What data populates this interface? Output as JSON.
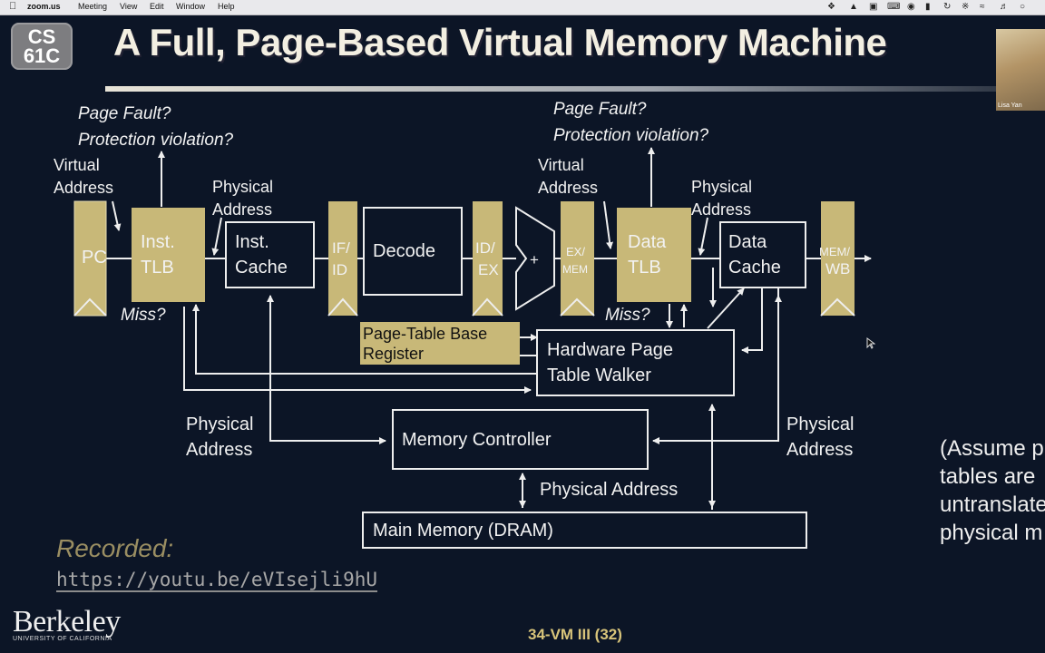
{
  "menubar": {
    "app": "zoom.us",
    "items": [
      "Meeting",
      "View",
      "Edit",
      "Window",
      "Help"
    ]
  },
  "slide": {
    "logo": {
      "line1": "CS",
      "line2": "61C"
    },
    "title": "A Full, Page-Based Virtual Memory Machine",
    "labels": {
      "page_fault_1": "Page Fault?",
      "protection_1": "Protection violation?",
      "virtual_1": "Virtual",
      "address_v1": "Address",
      "physical_1": "Physical",
      "address_p1": "Address",
      "page_fault_2": "Page Fault?",
      "protection_2": "Protection violation?",
      "virtual_2": "Virtual",
      "address_v2": "Address",
      "physical_2": "Physical",
      "address_p2": "Address",
      "miss_1": "Miss?",
      "miss_2": "Miss?",
      "physical_3": "Physical",
      "address_p3": "Address",
      "physical_4": "Physical",
      "address_p4": "Address",
      "physical_address_5": "Physical Address"
    },
    "blocks": {
      "pc": "PC",
      "inst_tlb_1": "Inst.",
      "inst_tlb_2": "TLB",
      "inst_cache_1": "Inst.",
      "inst_cache_2": "Cache",
      "if_id_1": "IF/",
      "if_id_2": "ID",
      "decode": "Decode",
      "id_ex_1": "ID/",
      "id_ex_2": "EX",
      "alu": "+",
      "ex_mem_1": "EX/",
      "ex_mem_2": "MEM",
      "data_tlb_1": "Data",
      "data_tlb_2": "TLB",
      "data_cache_1": "Data",
      "data_cache_2": "Cache",
      "mem_wb_1": "MEM/",
      "mem_wb_2": "WB",
      "ptbr_1": "Page-Table Base",
      "ptbr_2": "Register",
      "walker_1": "Hardware Page",
      "walker_2": "Table Walker",
      "memctrl": "Memory Controller",
      "dram": "Main Memory (DRAM)"
    },
    "recorded": "Recorded:",
    "link": "https://youtu.be/eVIsejli9hU",
    "berkeley": "Berkeley",
    "uoc": "UNIVERSITY OF CALIFORNIA",
    "footer": "34-VM III (32)",
    "assume": [
      "(Assume p",
      "tables are",
      "untranslate",
      "physical m"
    ],
    "video_name": "Lisa Yan"
  },
  "colors": {
    "background": "#0c1526",
    "stage_fill": "#c8b878",
    "text": "#f2f2f2"
  }
}
